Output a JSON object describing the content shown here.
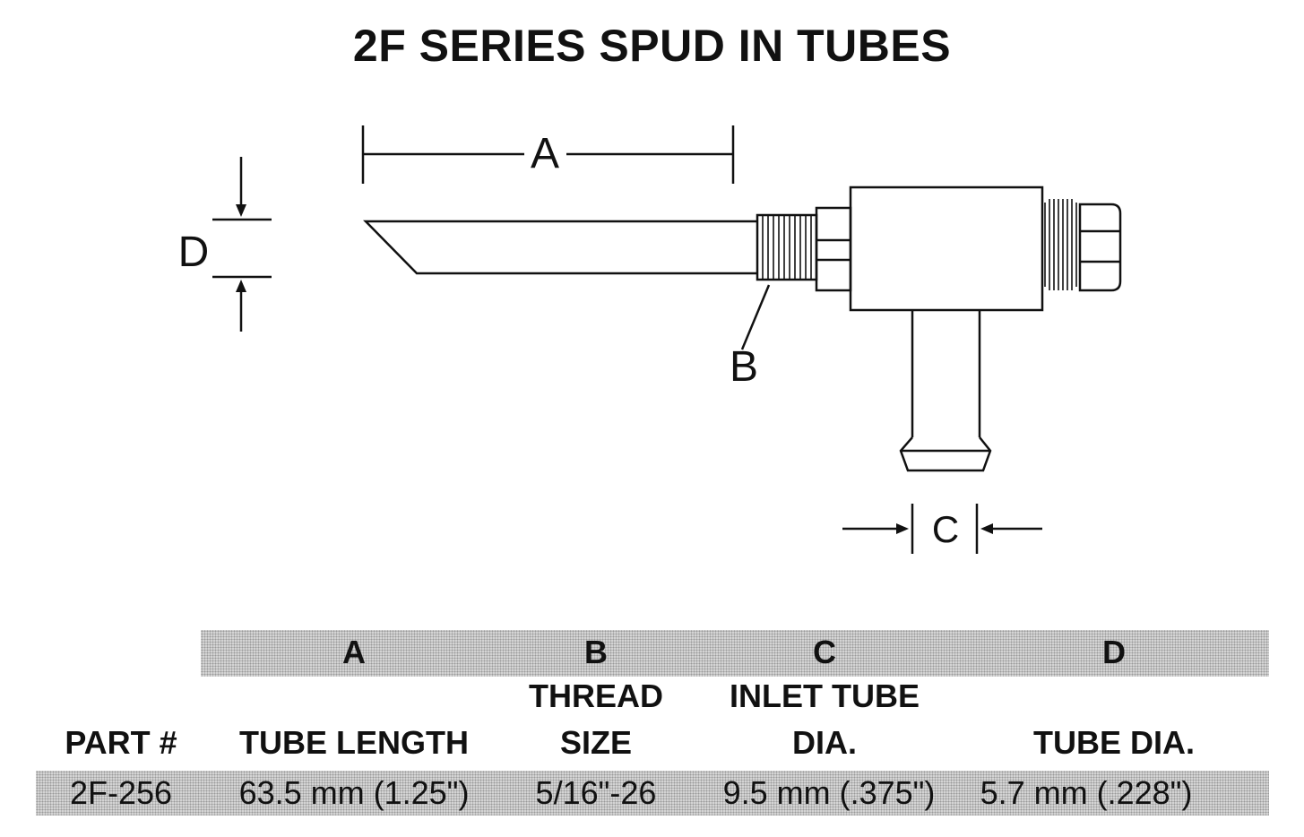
{
  "title": "2F SERIES SPUD IN TUBES",
  "diagram": {
    "dimension_labels": {
      "a": "A",
      "b": "B",
      "c": "C",
      "d": "D"
    }
  },
  "table": {
    "letters": [
      "A",
      "B",
      "C",
      "D"
    ],
    "columns": [
      {
        "line1": "",
        "line2": "PART #"
      },
      {
        "line1": "",
        "line2": "TUBE LENGTH"
      },
      {
        "line1": "THREAD",
        "line2": "SIZE"
      },
      {
        "line1": "INLET TUBE",
        "line2": "DIA."
      },
      {
        "line1": "",
        "line2": "TUBE DIA."
      }
    ],
    "rows": [
      [
        "2F-256",
        "63.5 mm (1.25\")",
        "5/16\"-26",
        "9.5 mm (.375\")",
        "5.7 mm (.228\")"
      ]
    ],
    "colors": {
      "shade": "#d4d4d4",
      "ink": "#111111"
    }
  }
}
